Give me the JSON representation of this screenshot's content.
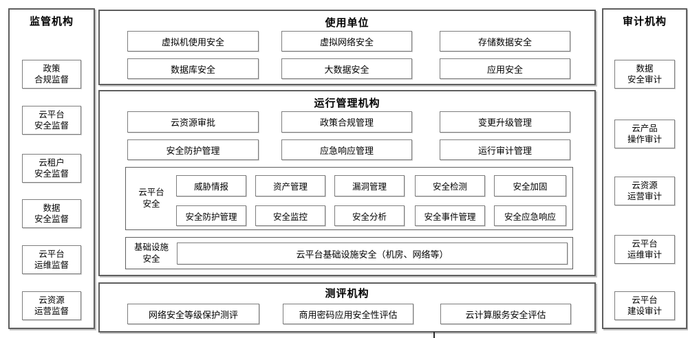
{
  "regulators": {
    "title": "监管机构",
    "items": [
      "政策\n合规监督",
      "云平台\n安全监督",
      "云租户\n安全监督",
      "数据\n安全监督",
      "云平台\n运维监督",
      "云资源\n运营监督"
    ]
  },
  "user_unit": {
    "title": "使用单位",
    "items": [
      "虚拟机使用安全",
      "虚拟网络安全",
      "存储数据安全",
      "数据库安全",
      "大数据安全",
      "应用安全"
    ]
  },
  "operations": {
    "title": "运行管理机构",
    "items": [
      "云资源审批",
      "政策合规管理",
      "变更升级管理",
      "安全防护管理",
      "应急响应管理",
      "运行审计管理"
    ],
    "platform_security": {
      "label": "云平台\n安全",
      "items": [
        "威胁情报",
        "资产管理",
        "漏洞管理",
        "安全检测",
        "安全加固",
        "安全防护管理",
        "安全监控",
        "安全分析",
        "安全事件管理",
        "安全应急响应"
      ]
    },
    "infrastructure": {
      "label": "基础设施\n安全",
      "item": "云平台基础设施安全（机房、网络等）"
    }
  },
  "evaluation": {
    "title": "测评机构",
    "items": [
      "网络安全等级保护测评",
      "商用密码应用安全性评估",
      "云计算服务安全评估"
    ]
  },
  "audit": {
    "title": "审计机构",
    "items": [
      "数据\n安全审计",
      "云产品\n操作审计",
      "云资源\n运营审计",
      "云平台\n运维审计",
      "云平台\n建设审计"
    ]
  },
  "colors": {
    "panel_border": "#5e5e5e",
    "node_border": "#7d7d7d",
    "text": "#000000",
    "background": "#ffffff"
  }
}
